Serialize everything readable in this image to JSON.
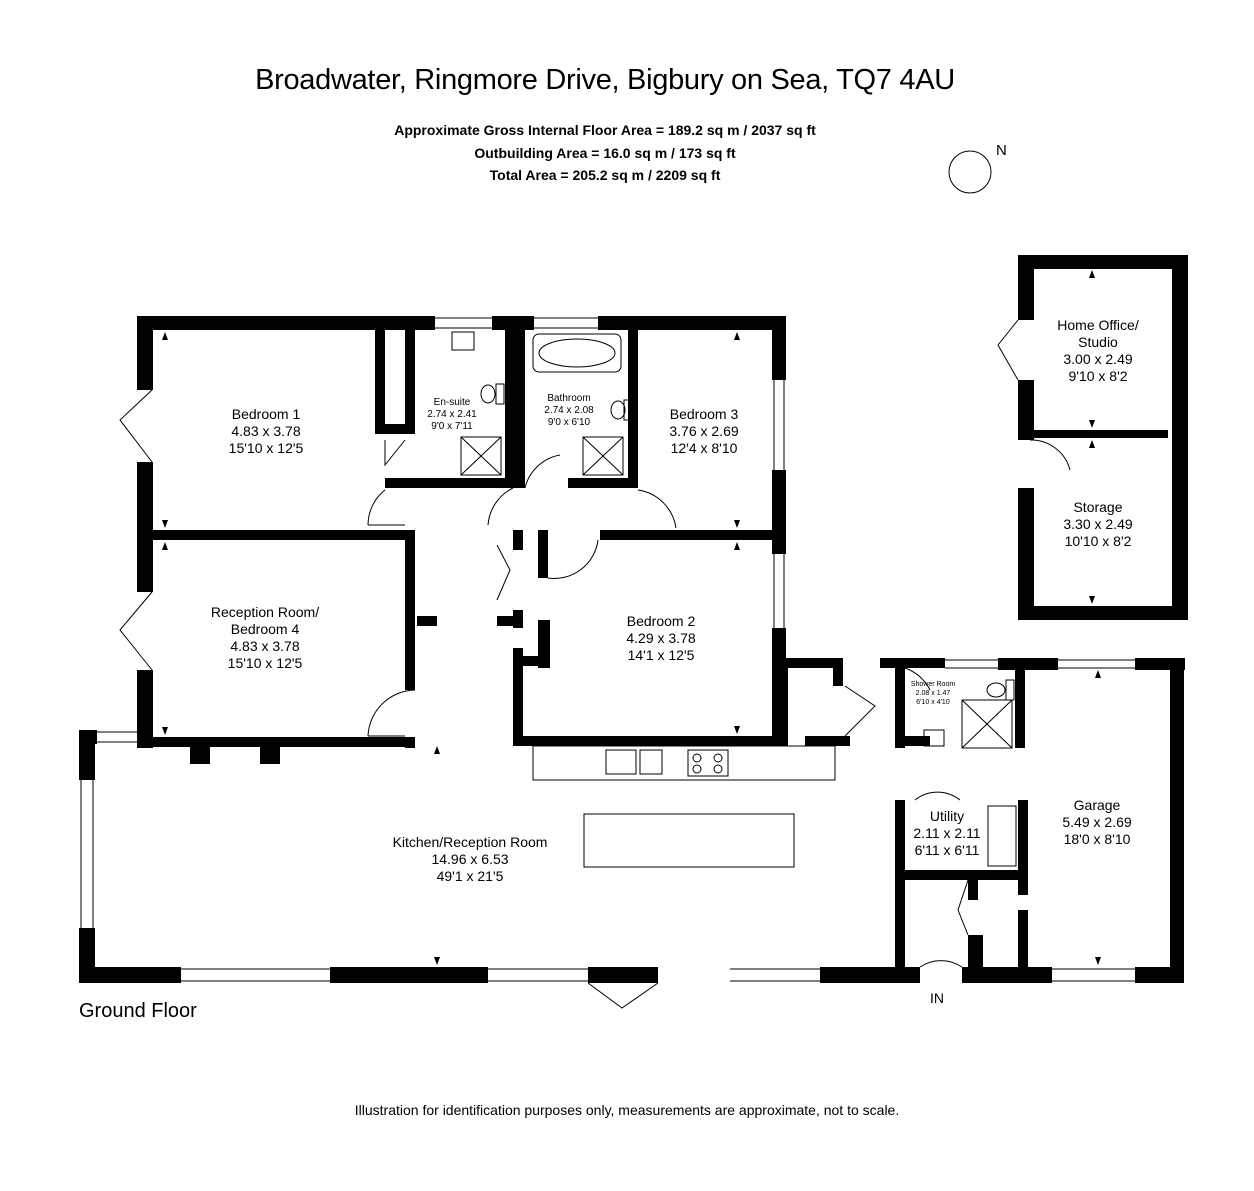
{
  "title": "Broadwater, Ringmore Drive, Bigbury on Sea, TQ7 4AU",
  "areas": {
    "gross_internal": "Approximate Gross Internal Floor Area  = 189.2 sq m  / 2037 sq ft",
    "outbuilding": "Outbuilding Area = 16.0 sq m  / 173 sq ft",
    "total": "Total Area = 205.2 sq m  / 2209 sq ft"
  },
  "compass": {
    "north_label": "N"
  },
  "floor_label": "Ground Floor",
  "entrance_label": "IN",
  "disclaimer": "Illustration for identification purposes only, measurements are approximate, not to scale.",
  "rooms": {
    "bedroom1": {
      "name": "Bedroom 1",
      "metric": "4.83 x 3.78",
      "imperial": "15'10 x 12'5"
    },
    "ensuite": {
      "name": "En-suite",
      "metric": "2.74 x 2.41",
      "imperial": "9'0 x 7'11"
    },
    "bathroom": {
      "name": "Bathroom",
      "metric": "2.74 x 2.08",
      "imperial": "9'0 x 6'10"
    },
    "bedroom3": {
      "name": "Bedroom 3",
      "metric": "3.76 x 2.69",
      "imperial": "12'4 x 8'10"
    },
    "reception4": {
      "name": "Reception Room/",
      "name2": "Bedroom 4",
      "metric": "4.83 x 3.78",
      "imperial": "15'10 x 12'5"
    },
    "bedroom2": {
      "name": "Bedroom 2",
      "metric": "4.29 x 3.78",
      "imperial": "14'1 x 12'5"
    },
    "kitchen": {
      "name": "Kitchen/Reception Room",
      "metric": "14.96 x 6.53",
      "imperial": "49'1 x 21'5"
    },
    "shower": {
      "name": "Shower Room",
      "metric": "2.08 x 1.47",
      "imperial": "6'10 x 4'10"
    },
    "utility": {
      "name": "Utility",
      "metric": "2.11 x 2.11",
      "imperial": "6'11 x 6'11"
    },
    "garage": {
      "name": "Garage",
      "metric": "5.49 x 2.69",
      "imperial": "18'0 x 8'10"
    },
    "office": {
      "name": "Home Office/",
      "name2": "Studio",
      "metric": "3.00 x 2.49",
      "imperial": "9'10 x 8'2"
    },
    "storage": {
      "name": "Storage",
      "metric": "3.30 x 2.49",
      "imperial": "10'10 x 8'2"
    }
  }
}
